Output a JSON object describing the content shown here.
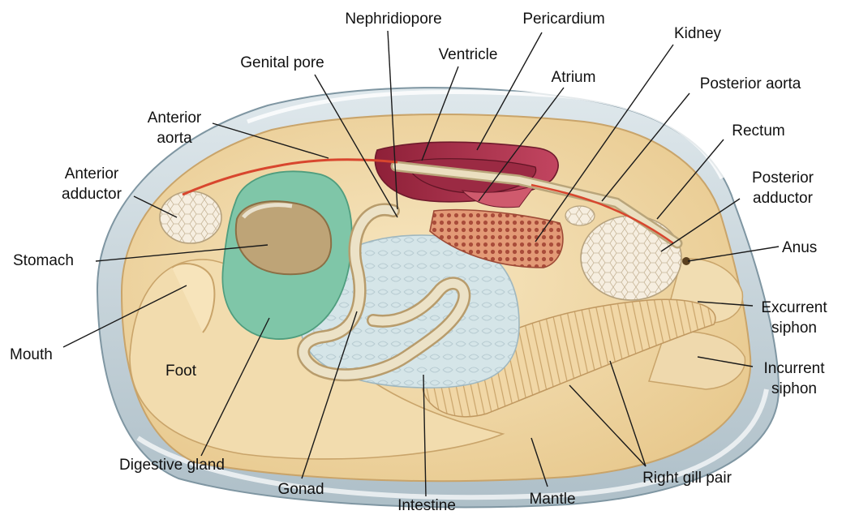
{
  "labels": {
    "nephridiopore": "Nephridiopore",
    "pericardium": "Pericardium",
    "kidney": "Kidney",
    "genital_pore": "Genital pore",
    "ventricle": "Ventricle",
    "atrium": "Atrium",
    "posterior_aorta": "Posterior aorta",
    "anterior_aorta_1": "Anterior",
    "anterior_aorta_2": "aorta",
    "rectum": "Rectum",
    "anterior_adductor_1": "Anterior",
    "anterior_adductor_2": "adductor",
    "posterior_adductor_1": "Posterior",
    "posterior_adductor_2": "adductor",
    "anus": "Anus",
    "stomach": "Stomach",
    "excurrent_siphon_1": "Excurrent",
    "excurrent_siphon_2": "siphon",
    "mouth": "Mouth",
    "foot": "Foot",
    "incurrent_siphon_1": "Incurrent",
    "incurrent_siphon_2": "siphon",
    "digestive_gland": "Digestive gland",
    "right_gill_pair": "Right gill pair",
    "gonad": "Gonad",
    "intestine": "Intestine",
    "mantle": "Mantle"
  },
  "colors": {
    "shell": "#c9d6dc",
    "body": "#f0d9a8",
    "digestive_gland": "#7fc6a8",
    "gonad": "#cfe0e4",
    "heart": "#b0334e",
    "kidney": "#d9785a",
    "adductor": "#f6eee0",
    "intestine": "#e6dcc0",
    "aorta": "#d8462e"
  }
}
